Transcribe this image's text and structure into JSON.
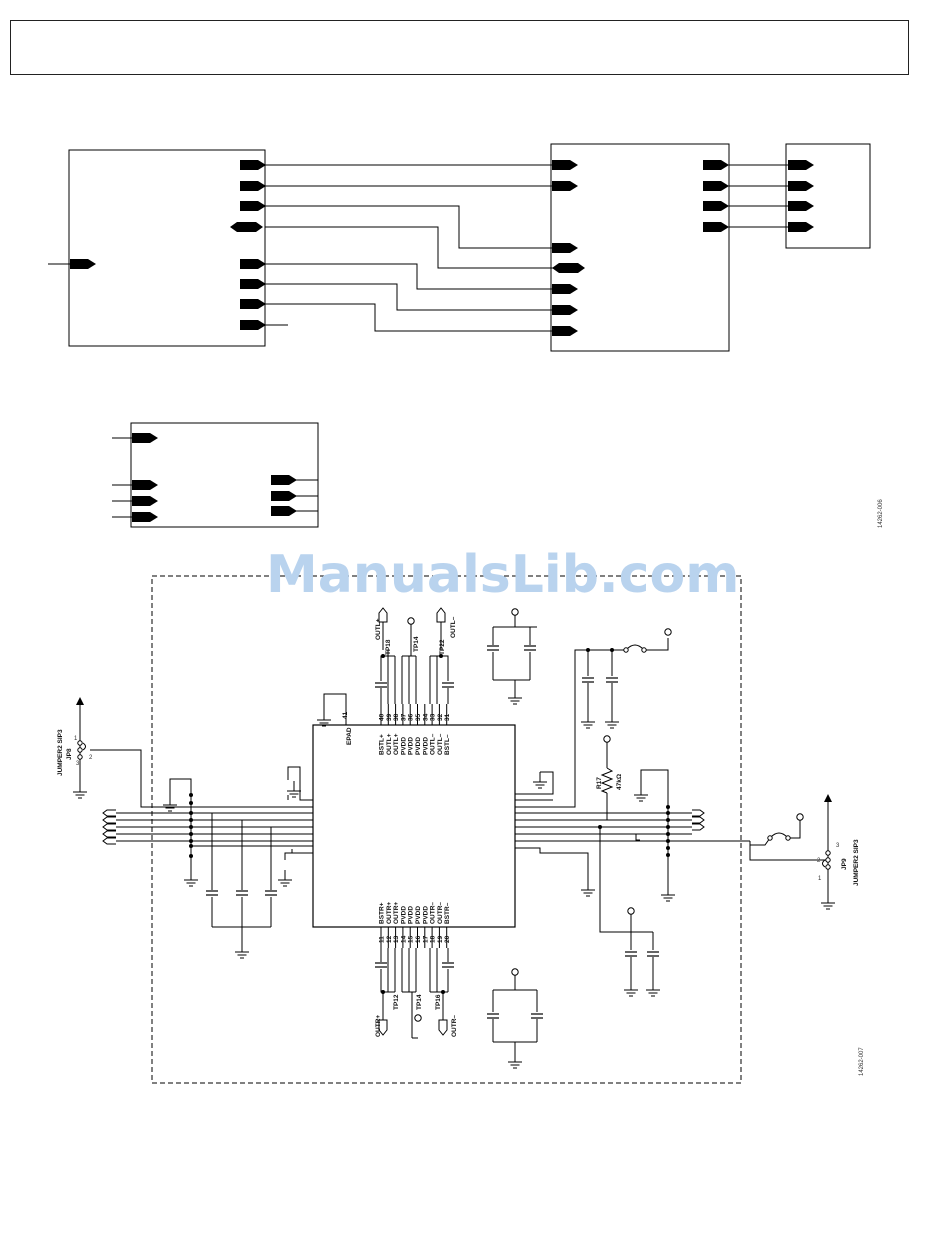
{
  "header": {
    "text": ""
  },
  "watermark": {
    "text": "ManualsLib.com",
    "color": "#b9d3ee"
  },
  "figure_ids": {
    "upper": "14262-006",
    "lower": "14262-007"
  },
  "ic": {
    "pin_label": "EPAD",
    "pin_number": "41",
    "top_pins": [
      {
        "number": "40",
        "label": "BSTL+"
      },
      {
        "number": "39",
        "label": "OUTL+"
      },
      {
        "number": "38",
        "label": "OUTL+"
      },
      {
        "number": "37",
        "label": "PVDD"
      },
      {
        "number": "36",
        "label": "PVDD"
      },
      {
        "number": "35",
        "label": "PVDD"
      },
      {
        "number": "34",
        "label": "PVDD"
      },
      {
        "number": "33",
        "label": "OUTL–"
      },
      {
        "number": "32",
        "label": "OUTL–"
      },
      {
        "number": "31",
        "label": "BSTL–"
      }
    ],
    "bottom_pins": [
      {
        "number": "11",
        "label": "BSTR+"
      },
      {
        "number": "12",
        "label": "OUTR+"
      },
      {
        "number": "13",
        "label": "OUTR+"
      },
      {
        "number": "14",
        "label": "PVDD"
      },
      {
        "number": "15",
        "label": "PVDD"
      },
      {
        "number": "16",
        "label": "PVDD"
      },
      {
        "number": "17",
        "label": "PVDD"
      },
      {
        "number": "18",
        "label": "OUTR–"
      },
      {
        "number": "19",
        "label": "OUTR–"
      },
      {
        "number": "20",
        "label": "BSTR–"
      }
    ]
  },
  "labels": {
    "tp18": "TP18",
    "outl_plus": "OUTL+",
    "tp14_top": "TP14",
    "tp22": "TP22",
    "outl_minus": "OUTL–",
    "tp12": "TP12",
    "outr_plus": "OUTR+",
    "tp14_bottom": "TP14",
    "tp16": "TP16",
    "outr_minus": "OUTR–",
    "r17_name": "R17",
    "r17_value": "47kΩ",
    "jp_left_name": "JUMPER2 SIP3",
    "jp_left_ref": "JP8",
    "jp_right_name": "JUMPER2 SIP3",
    "jp_right_ref": "JP9",
    "pin1": "1",
    "pin2": "2",
    "pin3": "3"
  }
}
